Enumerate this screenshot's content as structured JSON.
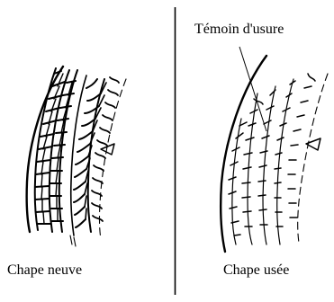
{
  "figure": {
    "left_caption": "Chape neuve",
    "right_caption": "Chape usée",
    "callout_label": "Témoin d'usure"
  }
}
